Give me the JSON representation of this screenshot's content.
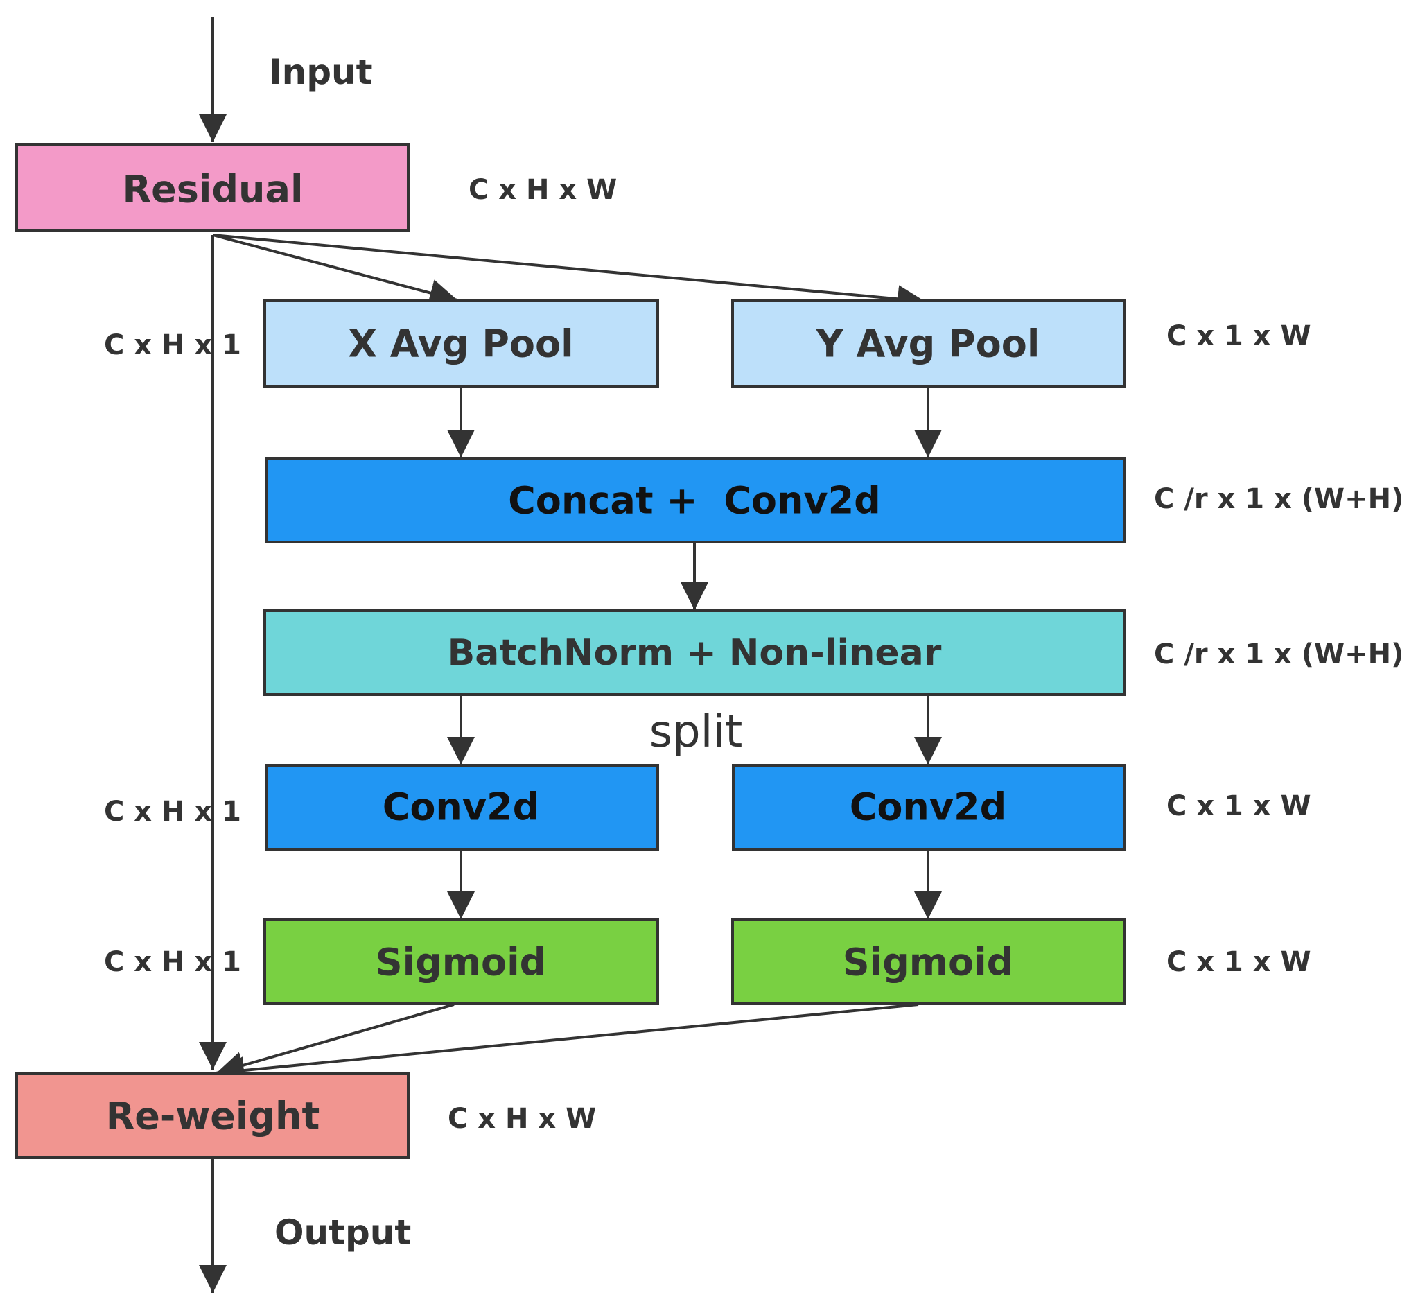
{
  "labels": {
    "input": "Input",
    "output": "Output",
    "split": "split"
  },
  "nodes": {
    "residual": "Residual",
    "x_avg_pool": "X Avg Pool",
    "y_avg_pool": "Y Avg Pool",
    "concat_conv": "Concat +  Conv2d",
    "batchnorm": "BatchNorm + Non-linear",
    "conv2d_left": "Conv2d",
    "conv2d_right": "Conv2d",
    "sigmoid_left": "Sigmoid",
    "sigmoid_right": "Sigmoid",
    "reweight": "Re-weight"
  },
  "dims": {
    "residual": "C x H x W",
    "x_pool": "C x H x 1",
    "y_pool": "C x 1 x W",
    "concat": "C /r x 1 x (W+H)",
    "batchnorm": "C /r x 1 x (W+H)",
    "conv_left": "C x H x 1",
    "conv_right": "C x 1 x W",
    "sigmoid_left": "C x H x 1",
    "sigmoid_right": "C x 1 x W",
    "reweight": "C x H x W"
  },
  "colors": {
    "residual": "#F39AC8",
    "pool": "#BDE0FA",
    "conv": "#2196F3",
    "batchnorm": "#6FD6D9",
    "sigmoid": "#79D042",
    "reweight": "#F19590",
    "stroke": "#333333"
  }
}
